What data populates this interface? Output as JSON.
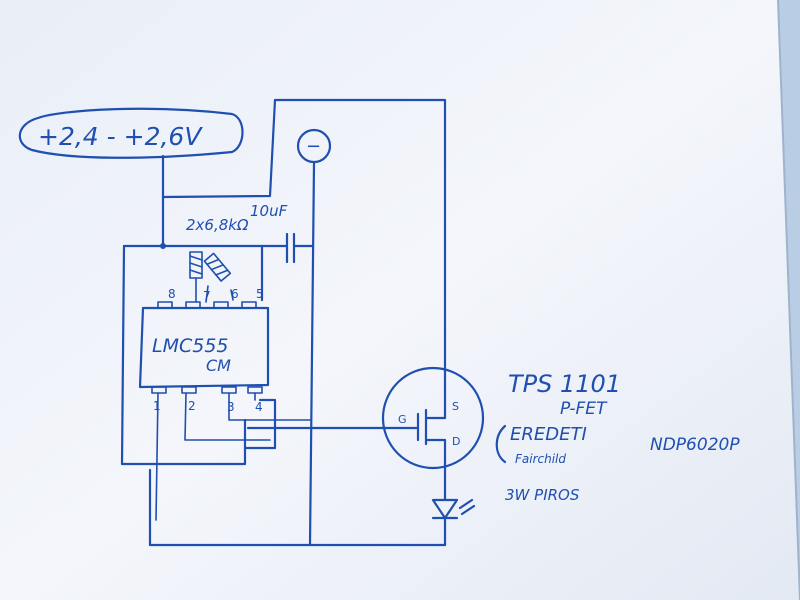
{
  "sketch": {
    "supply_label": "+2,4 - +2,6V",
    "resistors_label": "2x6,8kΩ",
    "capacitor_label": "10uF",
    "ground_symbol": "−",
    "chip_label_line1": "LMC555",
    "chip_label_line2": "CM",
    "pins_top": [
      "8",
      "7",
      "6",
      "5"
    ],
    "pins_bottom": [
      "1",
      "2",
      "3",
      "4"
    ],
    "mosfet_pins": {
      "gate": "G",
      "source": "S",
      "drain": "D"
    },
    "mosfet_title": "TPS 1101",
    "mosfet_type": "P-FET",
    "original_word": "EREDETI",
    "original_maker": "Fairchild",
    "original_part": "NDP6020P",
    "led_label": "3W PIROS"
  },
  "colors": {
    "paper": "#f3f5fa",
    "ink": "#1f4fb0",
    "background": "#b9cde4"
  }
}
